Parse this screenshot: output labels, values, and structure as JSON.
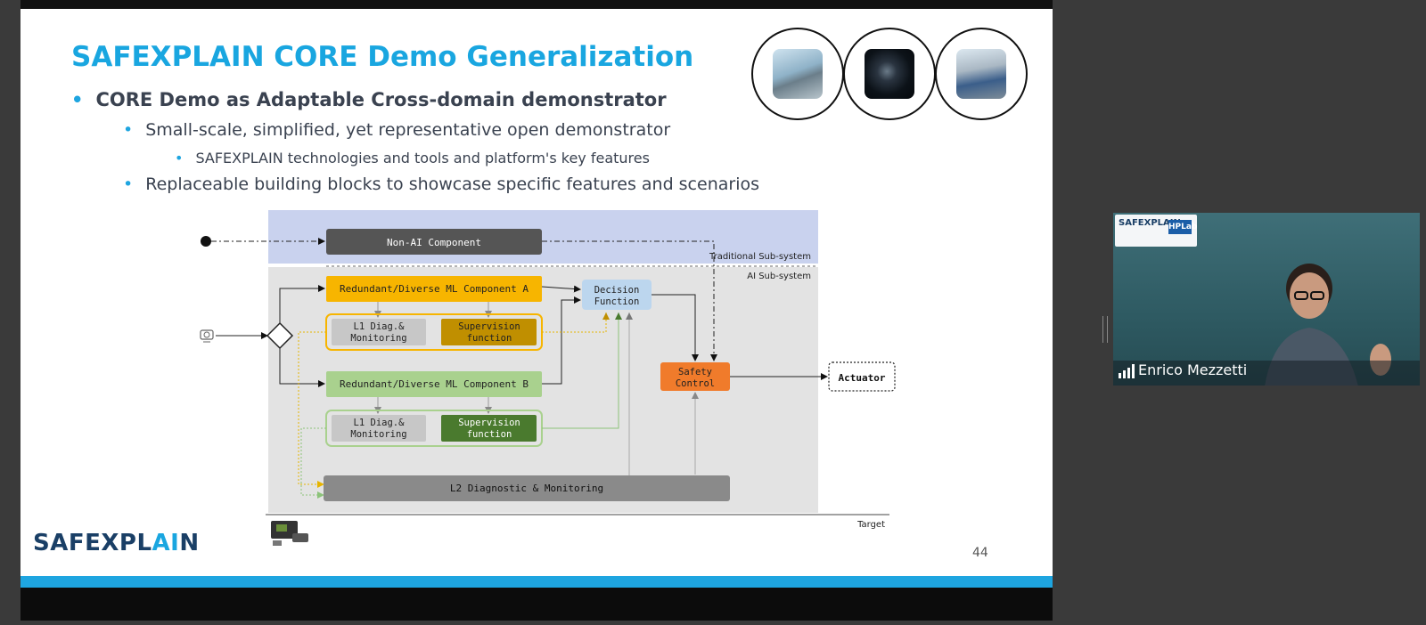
{
  "slide": {
    "title": "SAFEXPLAIN CORE Demo Generalization",
    "bullets": [
      "CORE Demo as Adaptable Cross-domain demonstrator",
      "Small-scale, simplified, yet representative open demonstrator",
      "SAFEXPLAIN technologies and tools and platform's key features",
      "Replaceable building blocks to showcase specific features and scenarios"
    ],
    "bullet_glyph": "•",
    "domain_icons": [
      "car-icon",
      "satellite-icon",
      "train-icon"
    ],
    "diagram": {
      "non_ai": "Non-AI Component",
      "traditional_label": "Traditional Sub-system",
      "ai_label": "AI Sub-system",
      "comp_a": "Redundant/Diverse ML Component A",
      "comp_b": "Redundant/Diverse ML Component B",
      "l1_line1": "L1 Diag.&",
      "l1_line2": "Monitoring",
      "sup_line1": "Supervision",
      "sup_line2": "function",
      "decision_line1": "Decision",
      "decision_line2": "Function",
      "safety_line1": "Safety",
      "safety_line2": "Control",
      "actuator": "Actuator",
      "l2": "L2 Diagnostic & Monitoring",
      "target": "Target"
    },
    "logo_part1": "SAFEXPL",
    "logo_part2": "AI",
    "logo_part3": "N",
    "page_number": "44"
  },
  "video": {
    "participant_name": "Enrico Mezzetti",
    "logo_text": "SAFEXPLAIN",
    "partner_badge": "HPLab"
  },
  "colors": {
    "accent": "#19a6e0",
    "orange": "#f07b2b",
    "yellow": "#f7b500",
    "green": "#a9d18e"
  }
}
